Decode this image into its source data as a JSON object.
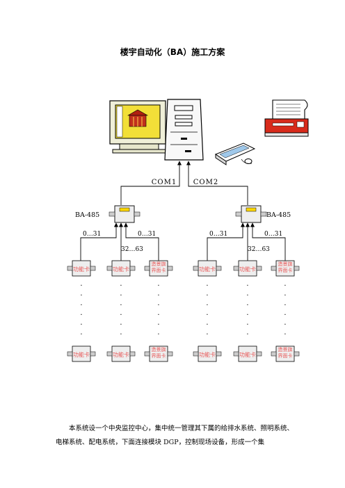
{
  "title": "楼宇自动化（BA）施工方案",
  "links": {
    "left": "COM1",
    "right": "COM2"
  },
  "left_group": {
    "module_label": "BA-485",
    "range_left": "0…31",
    "range_mid": "32…63",
    "range_right": "0…31",
    "cards": [
      "功能卡",
      "功能卡",
      "造景旗界面卡"
    ]
  },
  "right_group": {
    "module_label": "BA-485",
    "range_left": "0…31",
    "range_mid": "32…63",
    "range_right": "0…31",
    "cards": [
      "功能卡",
      "功能卡",
      "造景旗界面卡"
    ]
  },
  "paragraph": "本系统设一个中央监控中心，集中统一管理其下属的给排水系统、照明系统、电梯系统、配电系统，下面连接模块 DGP，控制现场设备，形成一个集"
}
